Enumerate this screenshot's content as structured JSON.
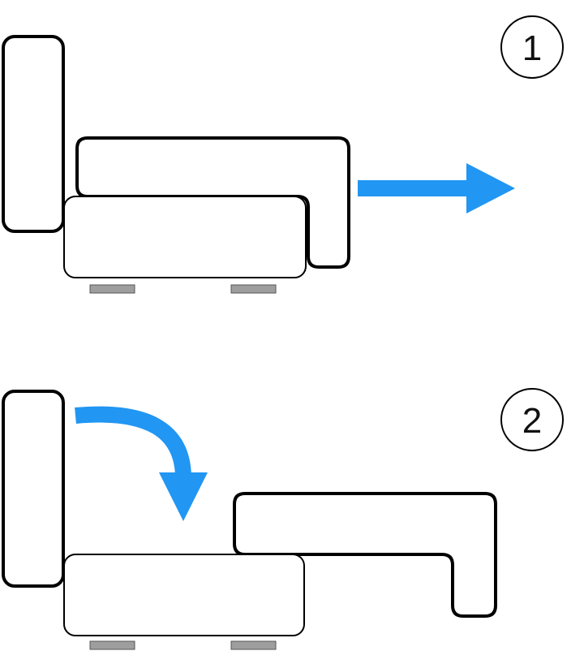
{
  "diagram": {
    "steps": [
      {
        "number": "1",
        "arrow": {
          "direction": "right",
          "color": "#2196F3"
        }
      },
      {
        "number": "2",
        "arrow": {
          "direction": "curved-down",
          "color": "#2196F3"
        }
      }
    ],
    "colors": {
      "outline": "#000000",
      "fill": "#ffffff",
      "foot": "#9e9e9e",
      "arrow": "#2196F3"
    },
    "icons": [
      "right-arrow-icon",
      "curved-down-arrow-icon"
    ]
  }
}
